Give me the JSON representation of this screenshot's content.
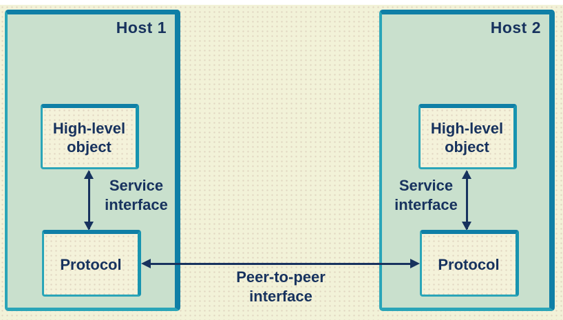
{
  "hosts": [
    {
      "label": "Host 1",
      "high_level_object_label": "High-level object",
      "service_interface_label": "Service interface",
      "protocol_label": "Protocol"
    },
    {
      "label": "Host 2",
      "high_level_object_label": "High-level object",
      "service_interface_label": "Service interface",
      "protocol_label": "Protocol"
    }
  ],
  "peer_to_peer_label": "Peer-to-peer interface",
  "colors": {
    "background": "#f2f2d8",
    "host_fill": "#c9e0cd",
    "border_teal_dark": "#0f7fa6",
    "border_teal_light": "#2aa5b8",
    "box_fill": "#f4f2da",
    "text_navy": "#17325e"
  }
}
